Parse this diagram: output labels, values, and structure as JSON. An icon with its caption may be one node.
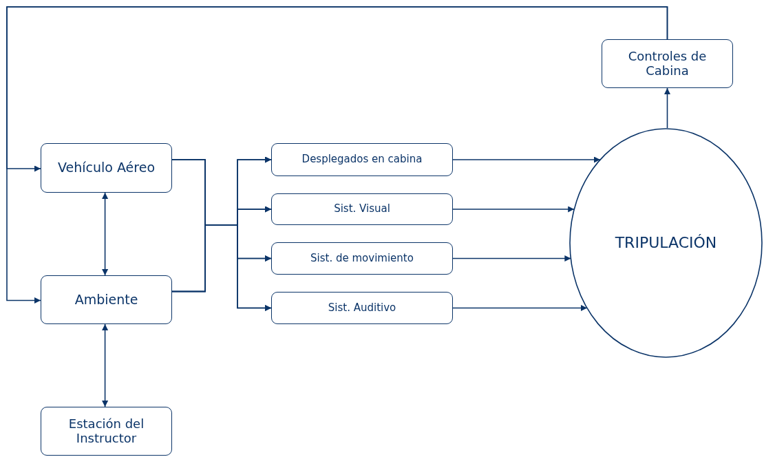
{
  "diagram": {
    "nodes": [
      {
        "text": [
          "Controles de Cabina"
        ]
      },
      {
        "text": [
          "Vehículo Aéreo"
        ]
      },
      {
        "text": [
          "Ambiente"
        ]
      },
      {
        "text": [
          "Estación del Instructor"
        ]
      },
      {
        "text": [
          "Desplegados en cabina"
        ]
      },
      {
        "text": [
          "Sist. Visual"
        ]
      },
      {
        "text": [
          "Sist. de movimiento"
        ]
      },
      {
        "text": [
          "Sist.  Auditivo"
        ]
      },
      {
        "text": [
          "TRIPULACIÓN"
        ]
      }
    ],
    "edges": [
      {
        "from": 8,
        "to": 0,
        "arrow": "to"
      },
      {
        "from": 0,
        "to": 1,
        "arrow": "to"
      },
      {
        "from": 0,
        "to": 2,
        "arrow": "to"
      },
      {
        "from": 1,
        "to": 2,
        "arrow": "both"
      },
      {
        "from": 2,
        "to": 3,
        "arrow": "both"
      },
      {
        "from": 1,
        "to": 4,
        "arrow": "to"
      },
      {
        "from": 1,
        "to": 5,
        "arrow": "to"
      },
      {
        "from": 1,
        "to": 6,
        "arrow": "to"
      },
      {
        "from": 1,
        "to": 7,
        "arrow": "to"
      },
      {
        "from": 2,
        "to": 4,
        "arrow": "to"
      },
      {
        "from": 2,
        "to": 5,
        "arrow": "to"
      },
      {
        "from": 2,
        "to": 6,
        "arrow": "to"
      },
      {
        "from": 2,
        "to": 7,
        "arrow": "to"
      },
      {
        "from": 4,
        "to": 8,
        "arrow": "to"
      },
      {
        "from": 5,
        "to": 8,
        "arrow": "to"
      },
      {
        "from": 6,
        "to": 8,
        "arrow": "to"
      },
      {
        "from": 7,
        "to": 8,
        "arrow": "to"
      }
    ]
  }
}
